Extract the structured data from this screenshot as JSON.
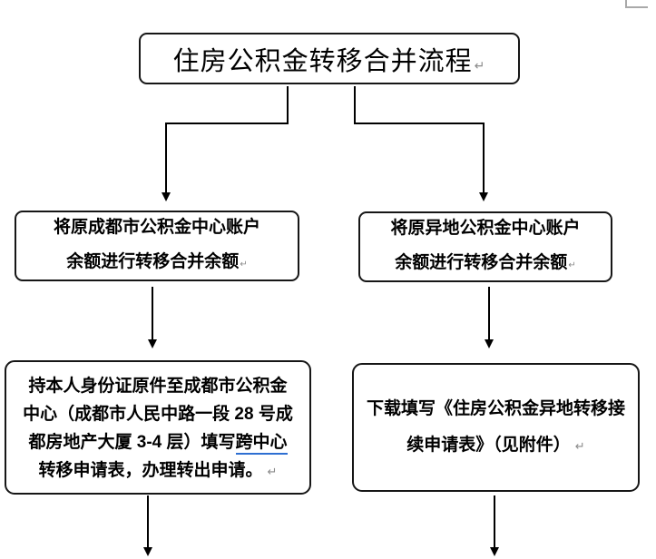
{
  "title": {
    "text": "住房公积金转移合并流程",
    "return_mark": "↵"
  },
  "left_branch": {
    "step1": {
      "line1": "将原成都市公积金中心账户",
      "line2": "余额进行转移合并余额",
      "return_mark": "↵"
    },
    "step2": {
      "line1": "持本人身份证原件至成都市公积金",
      "line2": "中心（成都市人民中路一段 28 号成",
      "line3_prefix": "都房地产大厦 3-4 层）填写",
      "line3_underlined": "跨中心",
      "line4": "转移申请表，办理转出申请。",
      "return_mark": "↵"
    }
  },
  "right_branch": {
    "step1": {
      "line1": "将原异地公积金中心账户",
      "line2": "余额进行转移合并余额",
      "return_mark": "↵"
    },
    "step2": {
      "line1": "下载填写《住房公积金异地转移接",
      "line2": "续申请表》（见附件）",
      "return_mark": "↵"
    }
  },
  "colors": {
    "flow_line": "#000000",
    "box_border": "#161616",
    "grammar_underline": "#2e6fd2",
    "table_corner_mark": "#a9a9a9",
    "return_mark": "#8a8a8a"
  }
}
